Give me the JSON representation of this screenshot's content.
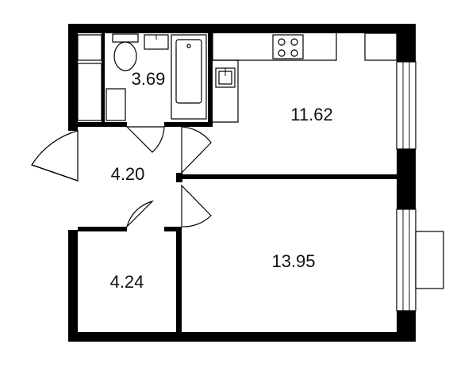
{
  "rooms": [
    {
      "id": "bathroom",
      "area": "3.69"
    },
    {
      "id": "kitchen-living",
      "area": "11.62"
    },
    {
      "id": "hallway",
      "area": "4.20"
    },
    {
      "id": "bedroom",
      "area": "13.95"
    },
    {
      "id": "storage",
      "area": "4.24"
    }
  ],
  "colors": {
    "wall": "#000000",
    "background": "#ffffff"
  }
}
